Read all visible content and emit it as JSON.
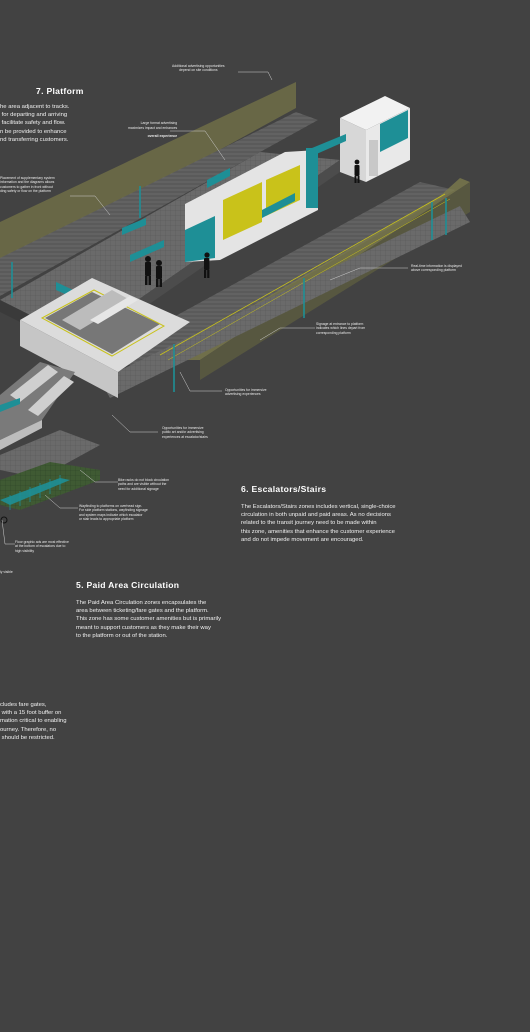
{
  "sections": {
    "platform": {
      "title": "7. Platform",
      "body": "he area adjacent to tracks.\n for departing and arriving\n facilitate safety and flow.\nn be provided to enhance\nnd transferring customers."
    },
    "escalators": {
      "title": "6. Escalators/Stairs",
      "body": "The Escalators/Stairs zones includes vertical, single-choice\ncirculation in both unpaid and paid areas. As no decisions\nrelated to the transit journey need to be made within\nthis zone, amenities that enhance the customer experience\nand do not impede movement are encouraged."
    },
    "paid_area": {
      "title": "5. Paid Area Circulation",
      "body": "The Paid Area Circulation zones encapsulates the\narea between ticketing/fare gates and the platform.\nThis zone has some customer amenities but is primarily\nmeant to support customers as they make their way\nto the platform or out of the station."
    },
    "fare_gates": {
      "body": "cludes fare gates,\n with a 15 foot buffer on\nmation critical to enabling\nourney. Therefore, no\n should be restricted."
    }
  },
  "annotations": {
    "additional_ads": "Additional advertising opportunities\ndepend on site conditions",
    "large_format_1": "Large format advertising\nmaximizes impact and enhances",
    "large_format_2": "overall experience",
    "supplementary": "Placement of supplementary system\ninformation and the diagrams allows\ncustomers to gather in front without\nding safety or flow on the platform",
    "realtime": "Real-time information is displayed\nabove corresponding platform",
    "signage_entrance": "Signage at entrance to platform\nindicates which lines depart from\ncorresponding platform",
    "immersive_ads": "Opportunities for immersive\nadvertising experiences",
    "public_art": "Opportunities for immersive\npublic art and/or advertising\nexperiences at escalator/stairs",
    "bike_racks": "Bike racks do not block circulation\npaths and are visible without the\nneed for additional signage",
    "wayfinding": "Wayfinding to platforms on overhead sign.\nFor side platform stations, wayfinding signage\nand system maps indicate which escalator\nor stair leads to appropriate platform",
    "floor_graphic": "Floor graphic ads are most effective\nat the bottom of escalators due to\nhigh visibility",
    "visible_fragment": "ly visible"
  },
  "colors": {
    "background": "#424242",
    "teal": "#1e8f96",
    "olive": "#7c7a4c",
    "yellow": "#c9c21a",
    "white_wall": "#e6e6e6"
  }
}
